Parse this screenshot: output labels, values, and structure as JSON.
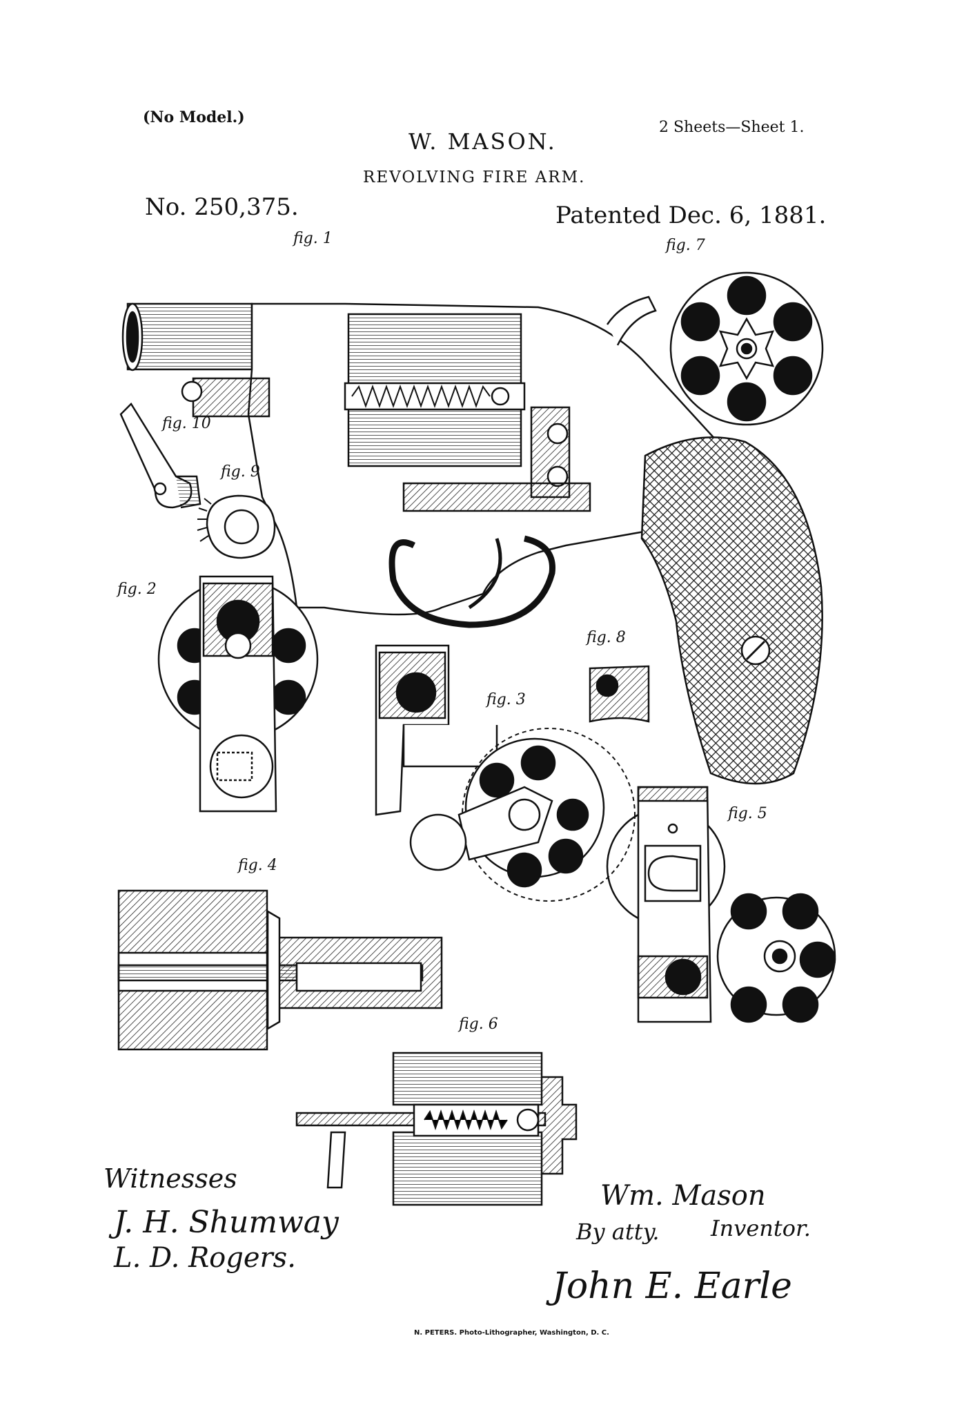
{
  "header": {
    "no_model": "(No Model.)",
    "sheets": "2 Sheets—Sheet 1.",
    "inventor": "W. MASON.",
    "title": "REVOLVING FIRE ARM.",
    "patent_number": "No. 250,375.",
    "patent_date": "Patented Dec. 6, 1881."
  },
  "figures": {
    "fig1": "fig. 1",
    "fig2": "fig. 2",
    "fig3": "fig. 3",
    "fig4": "fig. 4",
    "fig5": "fig. 5",
    "fig6": "fig. 6",
    "fig7": "fig. 7",
    "fig8": "fig. 8",
    "fig9": "fig. 9",
    "fig10": "fig. 10"
  },
  "signatures": {
    "witnesses_label": "Witnesses",
    "witness_1": "J. H. Shumway",
    "witness_2": "L. D. Rogers.",
    "inventor_signature": "Wm. Mason",
    "inventor_label": "Inventor.",
    "attorney_label": "By atty.",
    "attorney_signature": "John E. Earle"
  },
  "footer": {
    "imprint": "N. PETERS. Photo-Lithographer, Washington, D. C."
  }
}
